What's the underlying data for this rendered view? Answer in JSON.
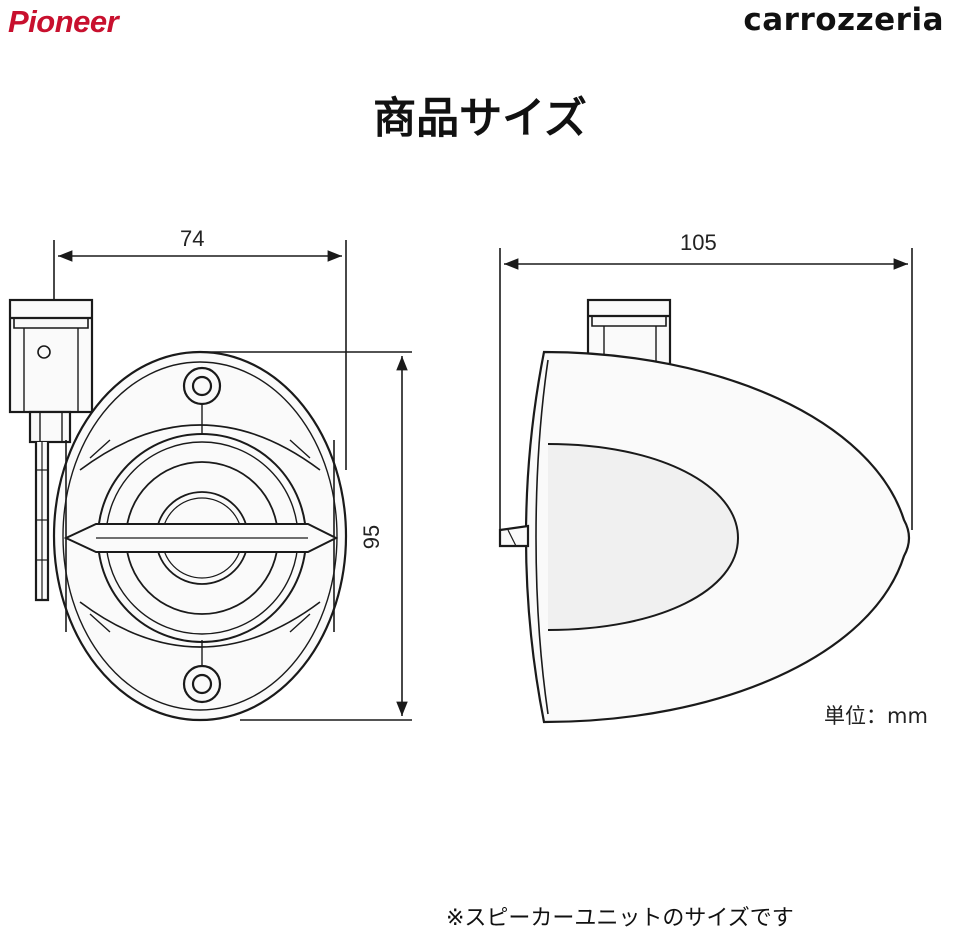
{
  "header": {
    "brand_left": "Pioneer",
    "brand_right": "carrozzeria",
    "brand_left_color": "#c8102e",
    "brand_right_color": "#111111"
  },
  "title": "商品サイズ",
  "dimensions": {
    "front_width": "74",
    "front_height": "95",
    "side_depth": "105"
  },
  "unit_label": "単位：mm",
  "footnote": "※スピーカーユニットのサイズです",
  "colors": {
    "line": "#1a1a1a",
    "body_fill": "#fafafa",
    "shade_fill": "#f0f0f0"
  }
}
